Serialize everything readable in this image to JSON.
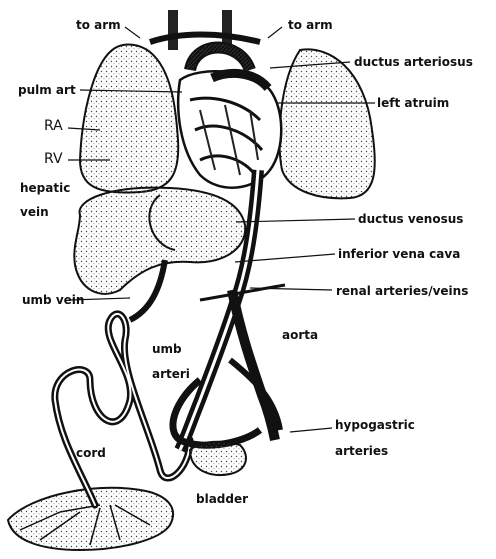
{
  "labels": {
    "to_arm_left": "to arm",
    "to_arm_right": "to arm",
    "ductus_arteriosus": "ductus arteriosus",
    "pulm_art": "pulm art",
    "left_atrium": "left atruim",
    "ra": "RA",
    "rv": "RV",
    "hepatic": "hepatic",
    "vein": "vein",
    "ductus_venosus": "ductus venosus",
    "inferior_vena_cava": "inferior vena cava",
    "renal": "renal arteries/veins",
    "umb_vein": "umb vein",
    "aorta": "aorta",
    "umb": "umb",
    "arteri": "arteri",
    "hypogastric": "hypogastric",
    "arteries": "arteries",
    "cord": "cord",
    "bladder": "bladder"
  }
}
